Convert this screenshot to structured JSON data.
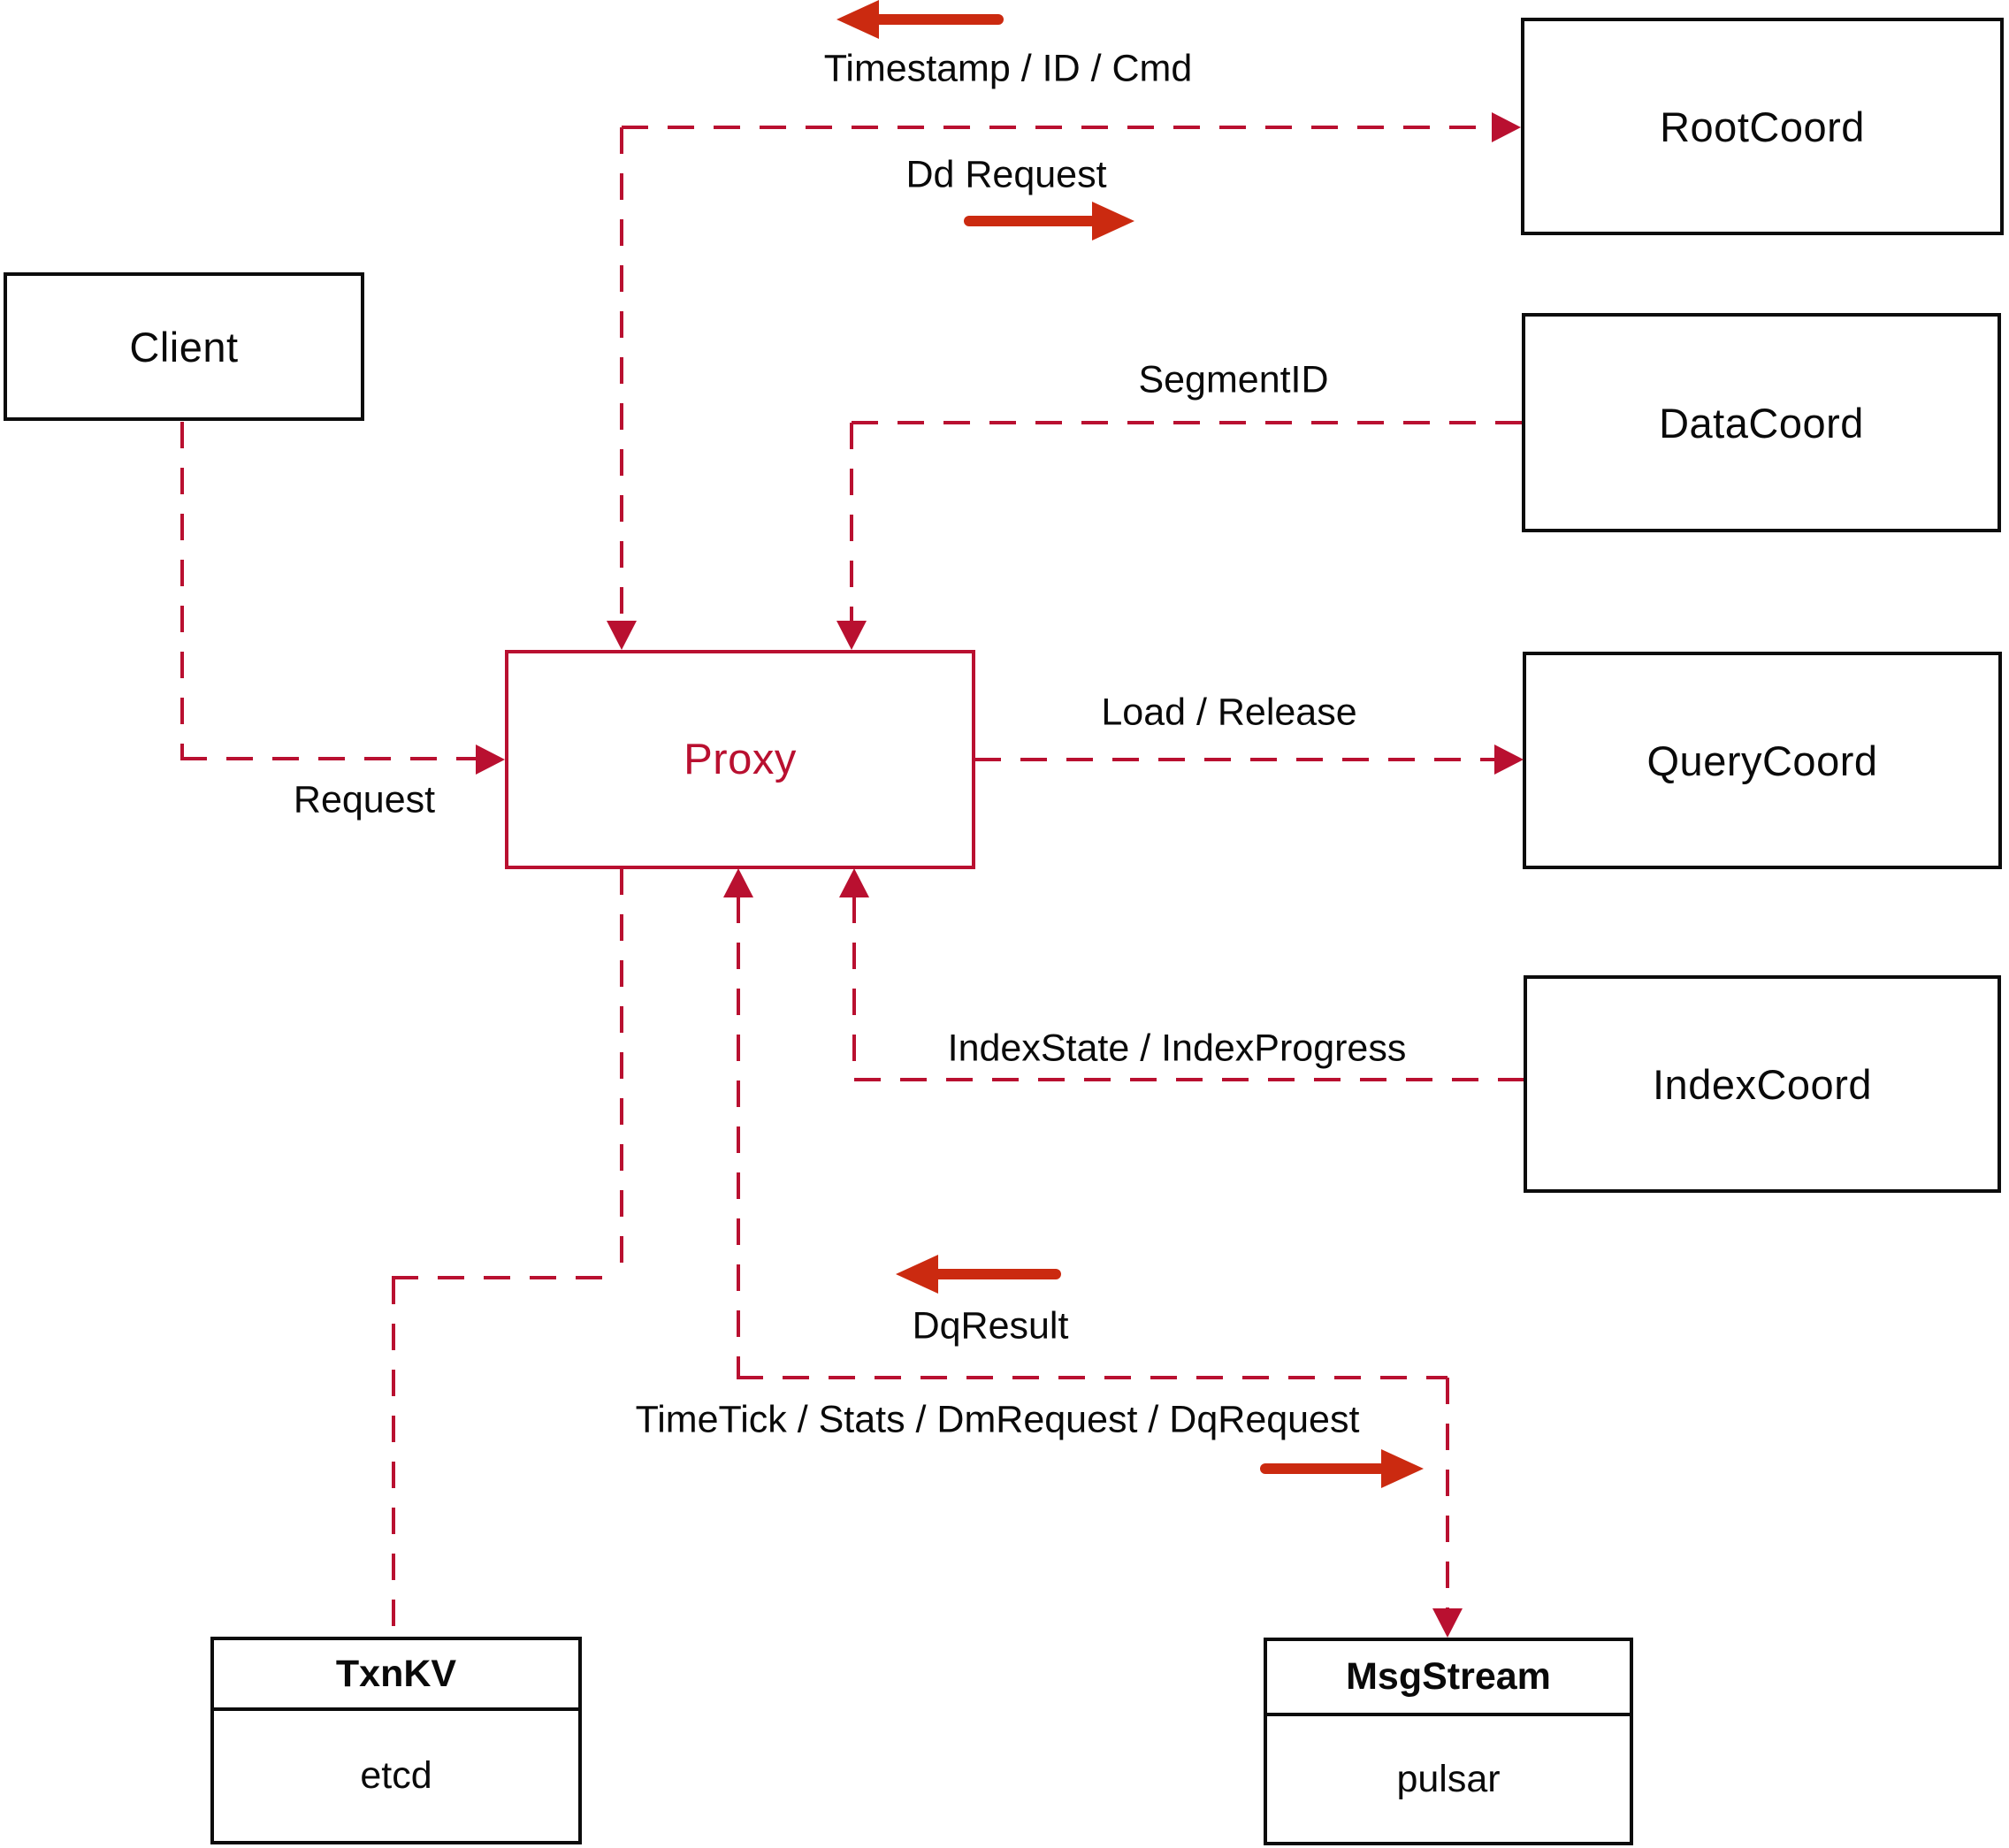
{
  "diagram": {
    "nodes": {
      "client": {
        "label": "Client"
      },
      "rootcoord": {
        "label": "RootCoord"
      },
      "datacoord": {
        "label": "DataCoord"
      },
      "querycoord": {
        "label": "QueryCoord"
      },
      "indexcoord": {
        "label": "IndexCoord"
      },
      "proxy": {
        "label": "Proxy"
      },
      "txnkv": {
        "title": "TxnKV",
        "impl": "etcd"
      },
      "msgstream": {
        "title": "MsgStream",
        "impl": "pulsar"
      }
    },
    "edges": [
      {
        "from": "Client",
        "to": "Proxy",
        "labels": [
          "Request"
        ],
        "style": "dashed",
        "arrow": "to"
      },
      {
        "from": "Proxy",
        "to": "RootCoord",
        "labels": [
          "Timestamp / ID / Cmd",
          "Dd Request"
        ],
        "style": "dashed",
        "arrow": "both"
      },
      {
        "from": "DataCoord",
        "to": "Proxy",
        "labels": [
          "SegmentID"
        ],
        "style": "dashed",
        "arrow": "to"
      },
      {
        "from": "Proxy",
        "to": "QueryCoord",
        "labels": [
          "Load / Release"
        ],
        "style": "dashed",
        "arrow": "to"
      },
      {
        "from": "IndexCoord",
        "to": "Proxy",
        "labels": [
          "IndexState / IndexProgress"
        ],
        "style": "dashed",
        "arrow": "to"
      },
      {
        "from": "Proxy",
        "to": "TxnKV",
        "labels": [],
        "style": "dashed",
        "arrow": "none"
      },
      {
        "from": "Proxy",
        "to": "MsgStream",
        "labels": [
          "DqResult",
          "TimeTick / Stats / DmRequest / DqRequest"
        ],
        "style": "dashed",
        "arrow": "both"
      }
    ],
    "colors": {
      "line_dashed": "#b91030",
      "arrow_solid": "#cb2a10",
      "box_border": "#0c0c0c",
      "text": "#0a0a0a",
      "proxy_accent": "#b91030",
      "background": "#ffffff"
    }
  }
}
